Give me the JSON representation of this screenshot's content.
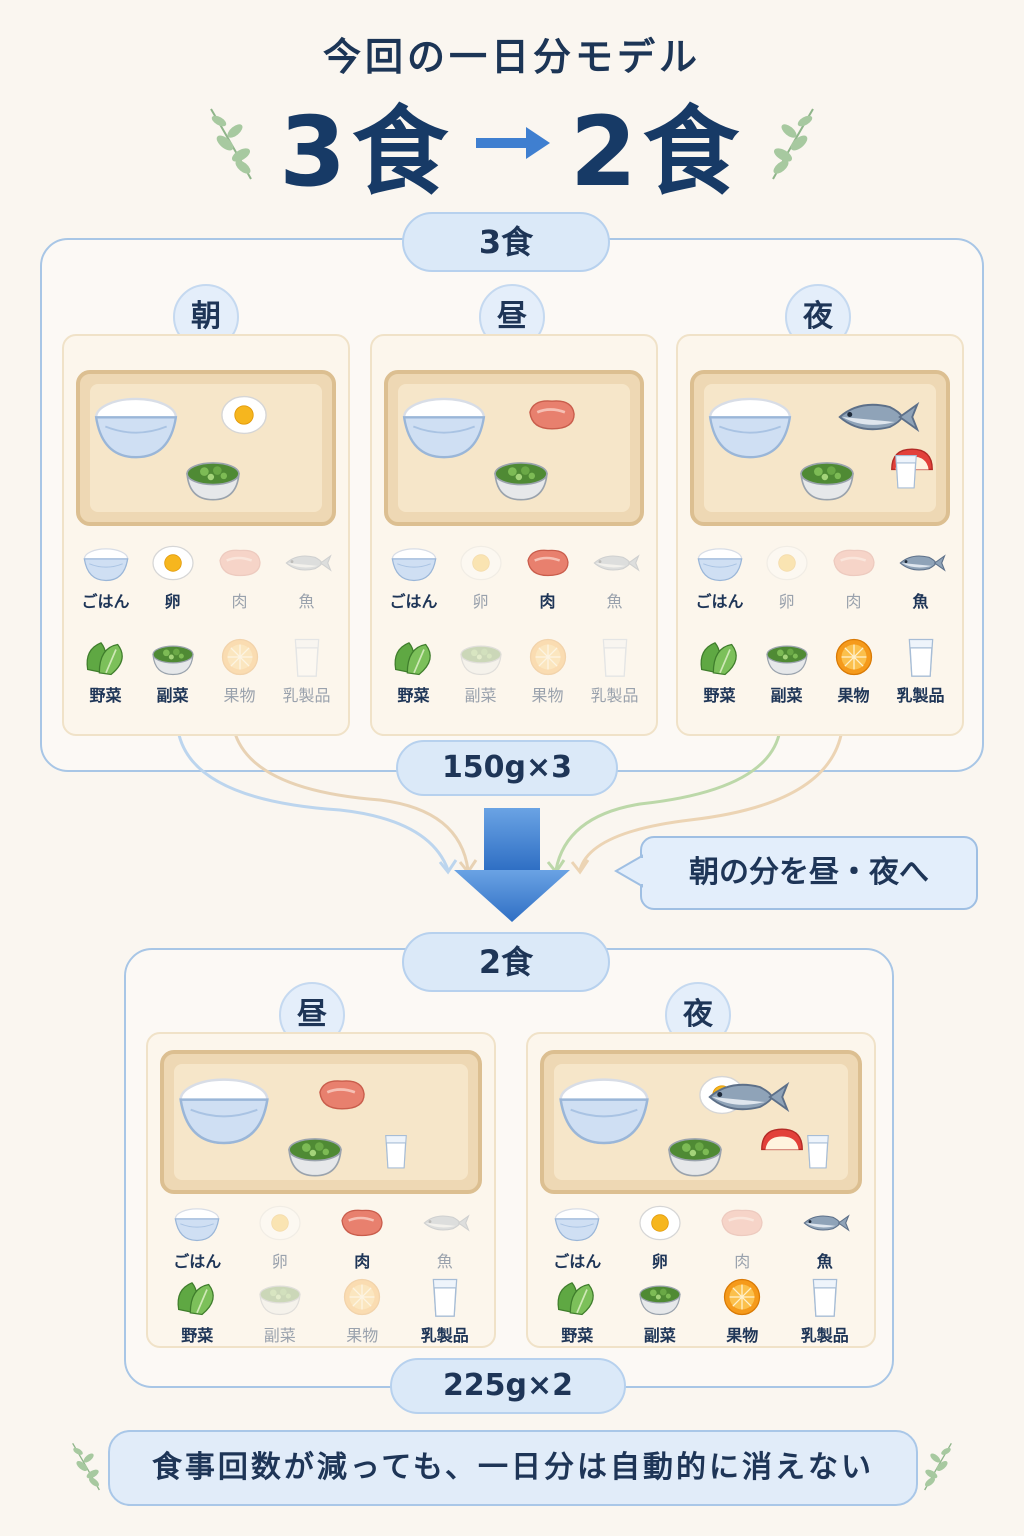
{
  "header": {
    "subtitle": "今回の一日分モデル",
    "title_left": "3食",
    "title_right": "2食"
  },
  "three_meals": {
    "label": "3食",
    "total": "150g×3",
    "meals": [
      {
        "name": "朝",
        "items": [
          {
            "label": "ごはん",
            "icon": "rice-bowl-icon",
            "included": true
          },
          {
            "label": "卵",
            "icon": "egg-icon",
            "included": true
          },
          {
            "label": "肉",
            "icon": "meat-icon",
            "included": false
          },
          {
            "label": "魚",
            "icon": "fish-icon",
            "included": false
          },
          {
            "label": "野菜",
            "icon": "greens-icon",
            "included": true
          },
          {
            "label": "副菜",
            "icon": "side-dish-icon",
            "included": true
          },
          {
            "label": "果物",
            "icon": "fruit-icon",
            "included": false
          },
          {
            "label": "乳製品",
            "icon": "milk-icon",
            "included": false
          }
        ]
      },
      {
        "name": "昼",
        "items": [
          {
            "label": "ごはん",
            "icon": "rice-bowl-icon",
            "included": true
          },
          {
            "label": "卵",
            "icon": "egg-icon",
            "included": false
          },
          {
            "label": "肉",
            "icon": "meat-icon",
            "included": true
          },
          {
            "label": "魚",
            "icon": "fish-icon",
            "included": false
          },
          {
            "label": "野菜",
            "icon": "greens-icon",
            "included": true
          },
          {
            "label": "副菜",
            "icon": "side-dish-icon",
            "included": false
          },
          {
            "label": "果物",
            "icon": "fruit-icon",
            "included": false
          },
          {
            "label": "乳製品",
            "icon": "milk-icon",
            "included": false
          }
        ]
      },
      {
        "name": "夜",
        "items": [
          {
            "label": "ごはん",
            "icon": "rice-bowl-icon",
            "included": true
          },
          {
            "label": "卵",
            "icon": "egg-icon",
            "included": false
          },
          {
            "label": "肉",
            "icon": "meat-icon",
            "included": false
          },
          {
            "label": "魚",
            "icon": "fish-icon",
            "included": true
          },
          {
            "label": "野菜",
            "icon": "greens-icon",
            "included": true
          },
          {
            "label": "副菜",
            "icon": "side-dish-icon",
            "included": true
          },
          {
            "label": "果物",
            "icon": "fruit-icon",
            "included": true
          },
          {
            "label": "乳製品",
            "icon": "milk-icon",
            "included": true
          }
        ]
      }
    ]
  },
  "callout": "朝の分を昼・夜へ",
  "two_meals": {
    "label": "2食",
    "total": "225g×2",
    "meals": [
      {
        "name": "昼",
        "items": [
          {
            "label": "ごはん",
            "icon": "rice-bowl-icon",
            "included": true
          },
          {
            "label": "卵",
            "icon": "egg-icon",
            "included": false
          },
          {
            "label": "肉",
            "icon": "meat-icon",
            "included": true
          },
          {
            "label": "魚",
            "icon": "fish-icon",
            "included": false
          },
          {
            "label": "野菜",
            "icon": "greens-icon",
            "included": true
          },
          {
            "label": "副菜",
            "icon": "side-dish-icon",
            "included": false
          },
          {
            "label": "果物",
            "icon": "fruit-icon",
            "included": false
          },
          {
            "label": "乳製品",
            "icon": "milk-icon",
            "included": true
          }
        ]
      },
      {
        "name": "夜",
        "items": [
          {
            "label": "ごはん",
            "icon": "rice-bowl-icon",
            "included": true
          },
          {
            "label": "卵",
            "icon": "egg-icon",
            "included": true
          },
          {
            "label": "肉",
            "icon": "meat-icon",
            "included": false
          },
          {
            "label": "魚",
            "icon": "fish-icon",
            "included": true
          },
          {
            "label": "野菜",
            "icon": "greens-icon",
            "included": true
          },
          {
            "label": "副菜",
            "icon": "side-dish-icon",
            "included": true
          },
          {
            "label": "果物",
            "icon": "fruit-icon",
            "included": true
          },
          {
            "label": "乳製品",
            "icon": "milk-icon",
            "included": true
          }
        ]
      }
    ]
  },
  "footer": {
    "message": "食事回数が減っても、一日分は自動的に消えない"
  },
  "colors": {
    "accent": "#3f7fd0",
    "panel_border": "#a8c6e6",
    "pill_bg": "#dbe9f8",
    "tray": "#eed8b4",
    "text": "#1e3557"
  }
}
